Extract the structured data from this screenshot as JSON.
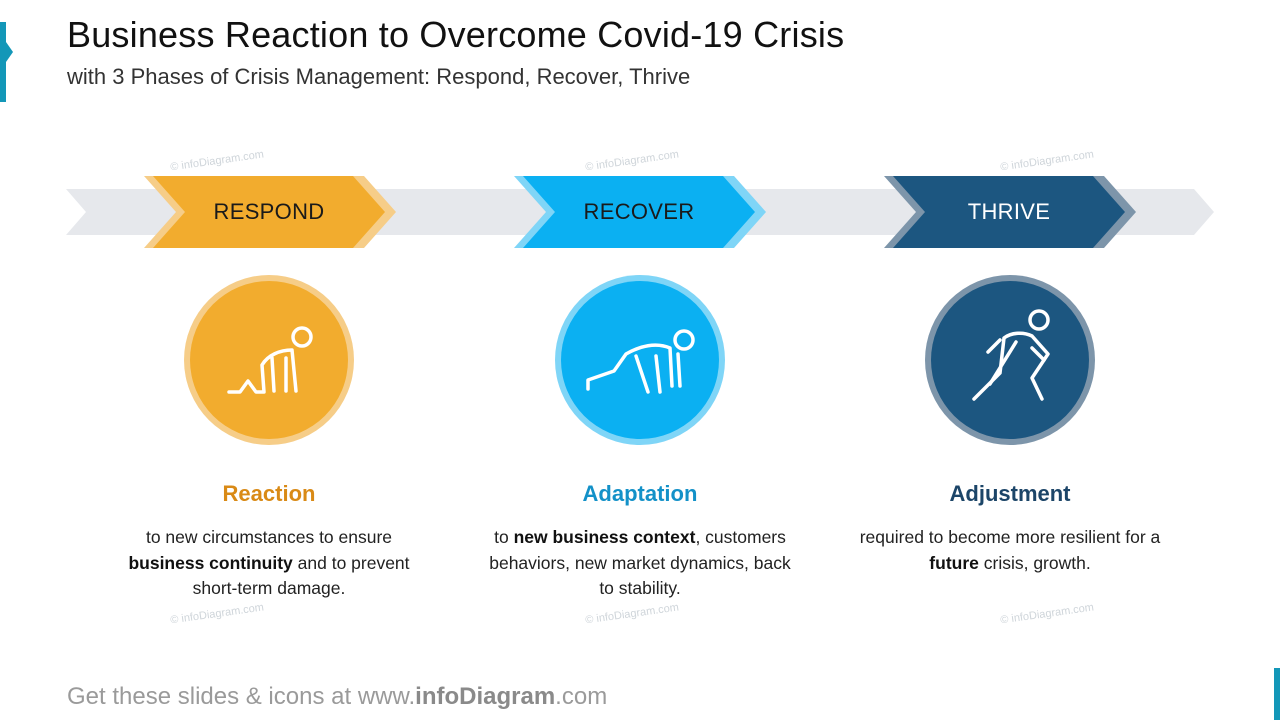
{
  "title": "Business Reaction to Overcome Covid-19 Crisis",
  "subtitle": "with 3 Phases of Crisis Management: Respond, Recover, Thrive",
  "phases": [
    {
      "label": "RESPOND",
      "heading": "Reaction",
      "desc_parts": [
        "to new circumstances to ensure ",
        "business continuity",
        " and to prevent short-term damage."
      ],
      "color": "#f2ac2e",
      "light_color": "#f6cd88",
      "heading_color": "#d98a16",
      "label_color": "#1a1a1a",
      "icon": "crouching-runner-icon"
    },
    {
      "label": "RECOVER",
      "heading": "Adaptation",
      "desc_parts": [
        "to ",
        "new business context",
        ", customers behaviors, new market dynamics, back to stability."
      ],
      "color": "#0bb0f2",
      "light_color": "#7fd5f7",
      "heading_color": "#1391c8",
      "label_color": "#1a1a1a",
      "icon": "rising-runner-icon"
    },
    {
      "label": "THRIVE",
      "heading": "Adjustment",
      "desc_parts": [
        "required to become more resilient for a ",
        "future",
        " crisis, growth."
      ],
      "color": "#1c5680",
      "light_color": "#7d95aa",
      "heading_color": "#1c4568",
      "label_color": "#ffffff",
      "icon": "sprinting-runner-icon"
    }
  ],
  "watermark": "© infoDiagram.com",
  "footer": {
    "prefix": "Get these slides & icons at www.",
    "brand": "infoDiagram",
    "suffix": ".com"
  },
  "colors": {
    "arrow_track": "#e6e8ec",
    "accent": "#1397b8"
  }
}
